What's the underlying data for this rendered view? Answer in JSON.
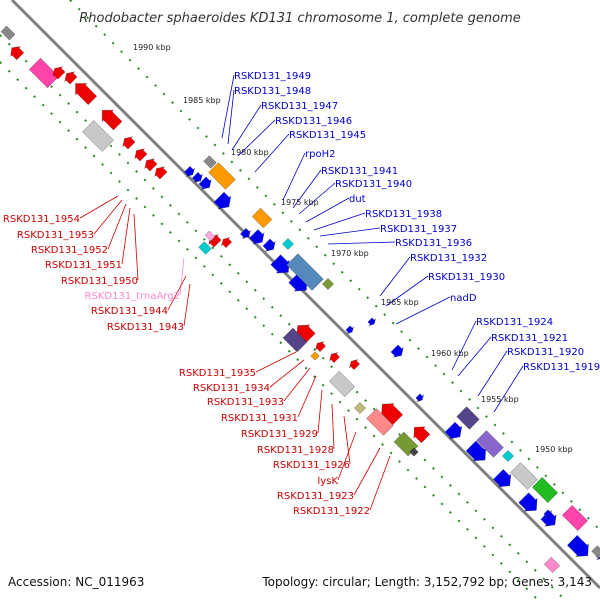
{
  "map": {
    "title": "Rhodobacter sphaeroides KD131 chromosome 1, complete genome",
    "accession": "Accession: NC_011963",
    "summary": "Topology: circular; Length: 3,152,792 bp; Genes: 3,143"
  },
  "colors": {
    "backbone": "#808080",
    "tick": "#228B22",
    "forward_label": "#0000CC",
    "reverse_label": "#CC0000",
    "rna_label": "#FF88CC"
  },
  "kbp_ticks": [
    "1990 kbp",
    "1985 kbp",
    "1980 kbp",
    "1975 kbp",
    "1970 kbp",
    "1965 kbp",
    "1960 kbp",
    "1955 kbp",
    "1950 kbp"
  ],
  "forward_labels": [
    "RSKD131_1949",
    "RSKD131_1948",
    "RSKD131_1947",
    "RSKD131_1946",
    "RSKD131_1945",
    "rpoH2",
    "RSKD131_1941",
    "RSKD131_1940",
    "dut",
    "RSKD131_1938",
    "RSKD131_1937",
    "RSKD131_1936",
    "RSKD131_1932",
    "RSKD131_1930",
    "nadD",
    "RSKD131_1924",
    "RSKD131_1921",
    "RSKD131_1920",
    "RSKD131_1919"
  ],
  "reverse_labels": [
    "RSKD131_1954",
    "RSKD131_1953",
    "RSKD131_1952",
    "RSKD131_1951",
    "RSKD131_1950",
    "RSKD131_trnaArg2",
    "RSKD131_1944",
    "RSKD131_1943",
    "RSKD131_1935",
    "RSKD131_1934",
    "RSKD131_1933",
    "RSKD131_1931",
    "RSKD131_1929",
    "RSKD131_1928",
    "RSKD131_1926",
    "lysK",
    "RSKD131_1923",
    "RSKD131_1922"
  ]
}
